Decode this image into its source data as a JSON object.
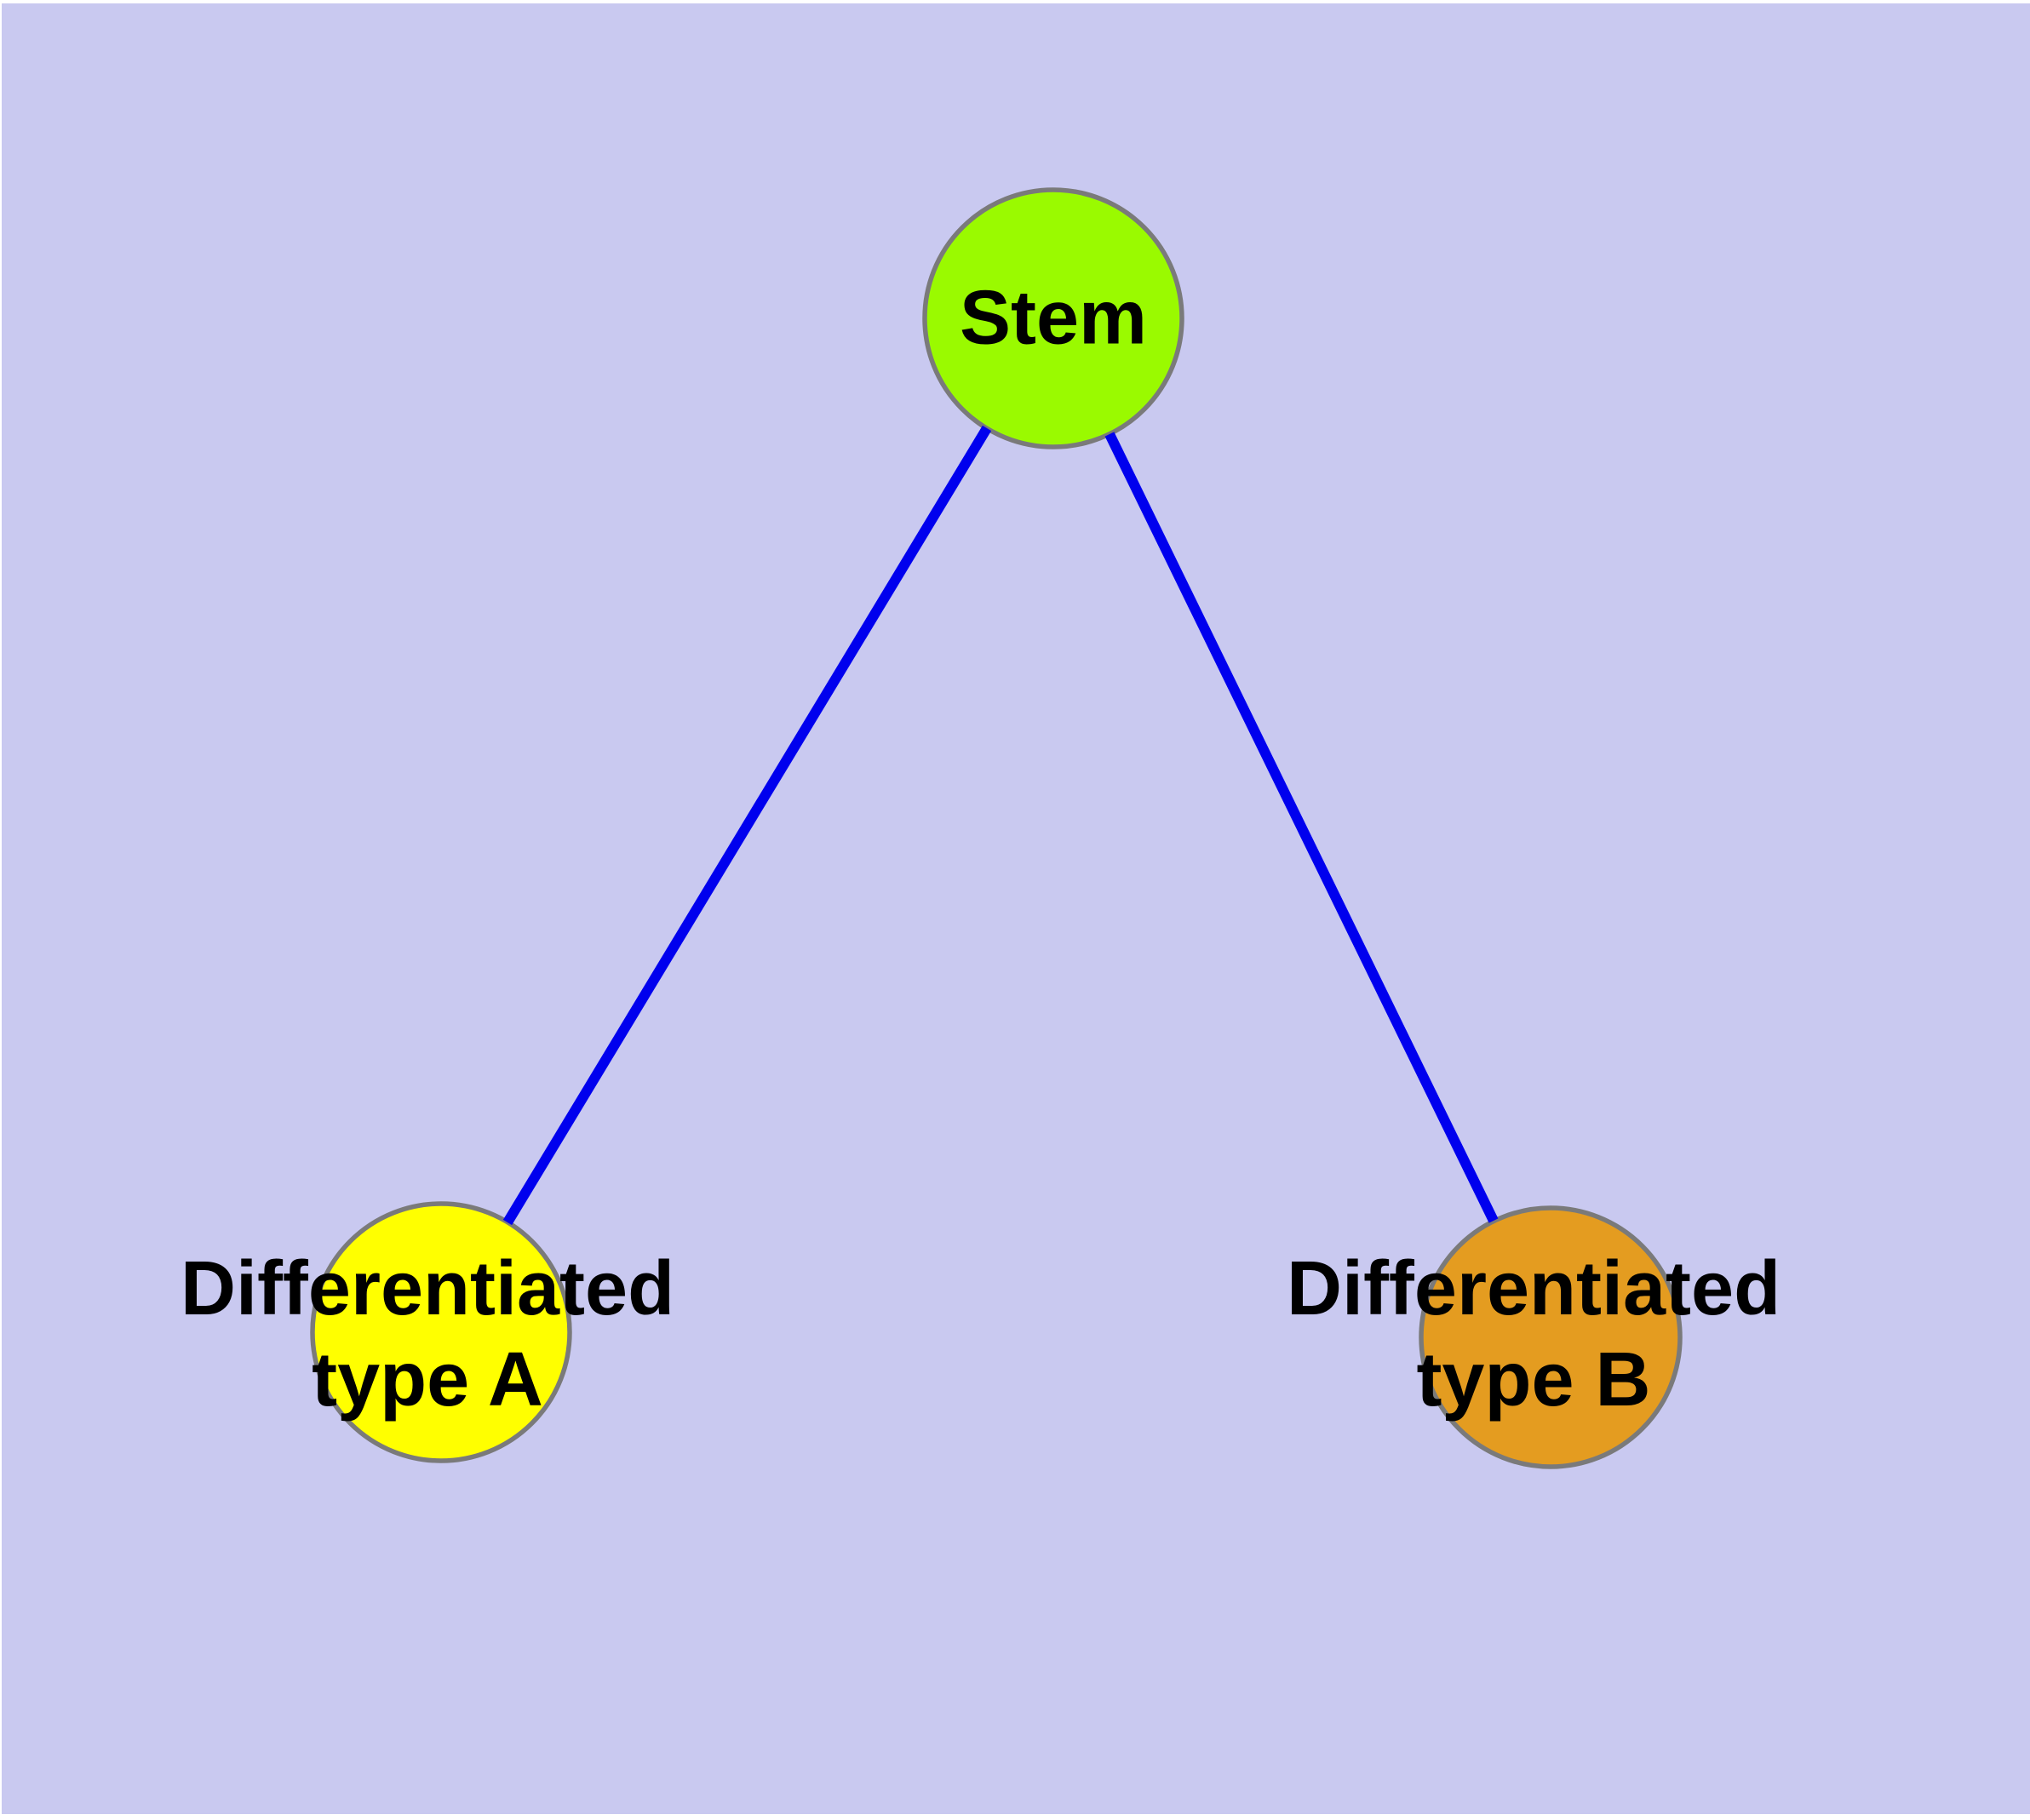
{
  "canvas": {
    "frame_color": "#ffffff",
    "background": "#C9C9F0"
  },
  "graph": {
    "border_color": "#7A7A7A",
    "edge_color": "#0000EE",
    "text_color": "#000000",
    "nodes": [
      {
        "id": "stem",
        "label": "Stem",
        "fill": "#9AFA00"
      },
      {
        "id": "differentiated-type-a",
        "label_line1": "Differentiated",
        "label_line2": "type A",
        "fill": "#FFFF00"
      },
      {
        "id": "differentiated-type-b",
        "label_line1": "Differentiated",
        "label_line2": "type B",
        "fill": "#E49C20"
      }
    ],
    "edges": [
      {
        "id": "stem-to-type-a",
        "from": "stem",
        "to": "differentiated-type-a"
      },
      {
        "id": "stem-to-type-b",
        "from": "stem",
        "to": "differentiated-type-b"
      }
    ]
  }
}
